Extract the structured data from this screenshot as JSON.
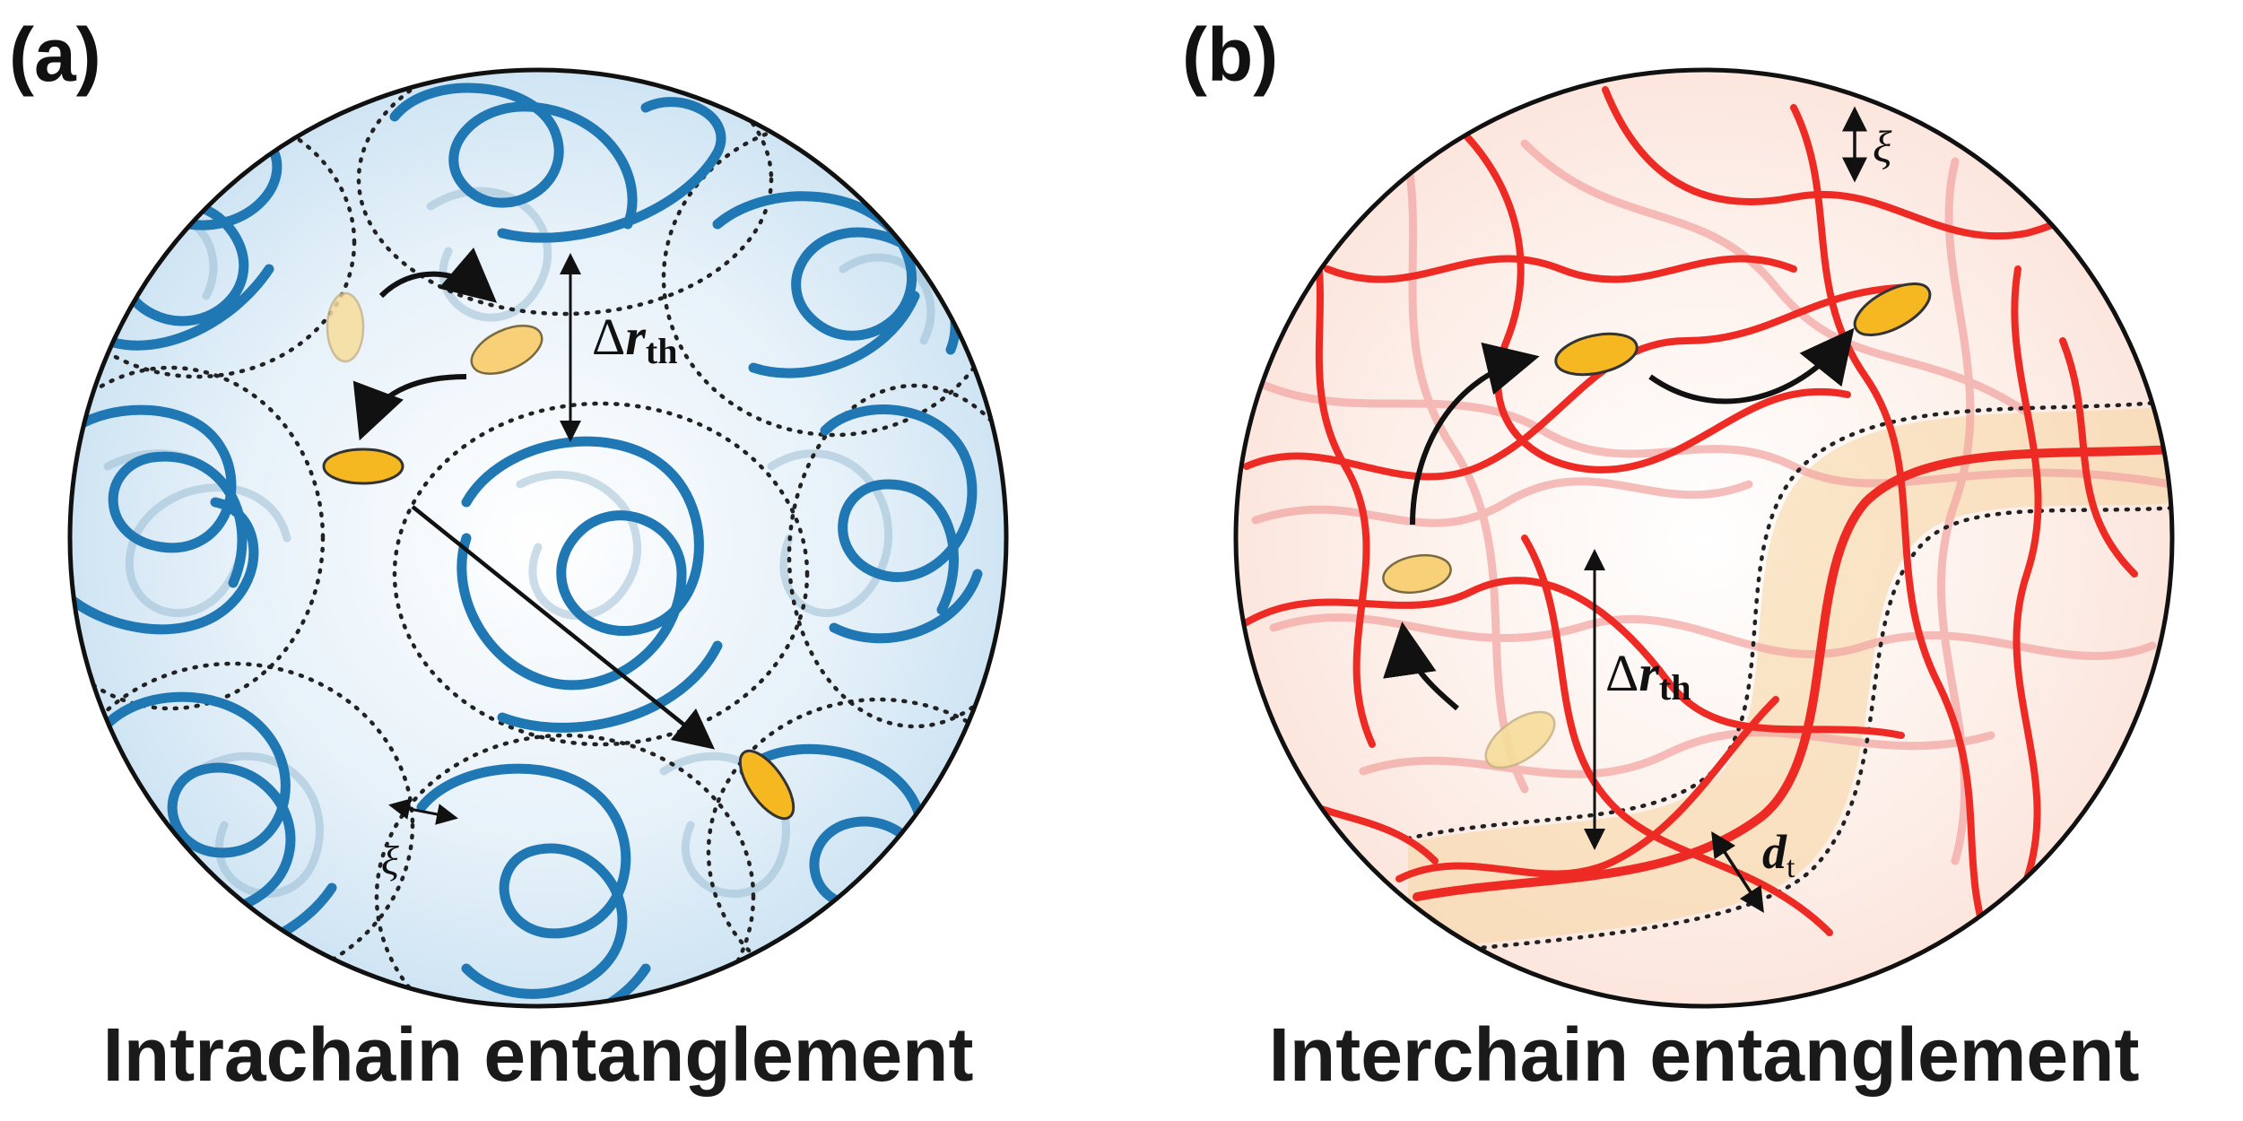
{
  "panels": [
    {
      "id": "a",
      "label": "(a)",
      "caption": "Intrachain entanglement",
      "chain_color": "#1f77b4",
      "background_tint": "#c9e1f2",
      "annotations": {
        "delta_main": "Δ",
        "delta_r": "r",
        "delta_sub": "th",
        "xi": "ξ"
      }
    },
    {
      "id": "b",
      "label": "(b)",
      "caption": "Interchain entanglement",
      "chain_color": "#ee2a24",
      "background_tint": "#fbe3da",
      "tube_color": "#f6d7a6",
      "annotations": {
        "delta_main": "Δ",
        "delta_r": "r",
        "delta_sub": "th",
        "xi": "ξ",
        "dt_main": "d",
        "dt_sub": "t"
      }
    }
  ],
  "colors": {
    "probe_fill": "#f5b820",
    "probe_faded": "#f7dd9b",
    "probe_stroke": "#333333"
  }
}
